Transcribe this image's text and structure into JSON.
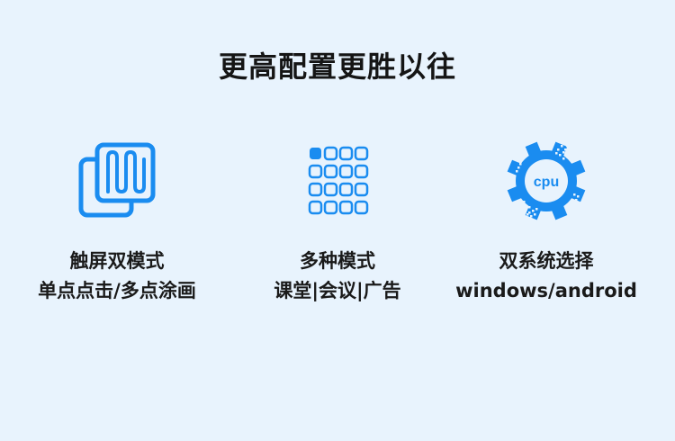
{
  "title": "更高配置更胜以往",
  "features": [
    {
      "icon": "touch-screen-icon",
      "line1": "触屏双模式",
      "line2": "单点点击/多点涂画"
    },
    {
      "icon": "grid-modes-icon",
      "line1": "多种模式",
      "line2": "课堂|会议|广告"
    },
    {
      "icon": "cpu-gear-icon",
      "cpu_text": "cpu",
      "line1": "双系统选择",
      "line2": "windows/android"
    }
  ],
  "colors": {
    "background": "#e8f3fd",
    "accent": "#1a8cf0",
    "text": "#1a1a1a"
  }
}
